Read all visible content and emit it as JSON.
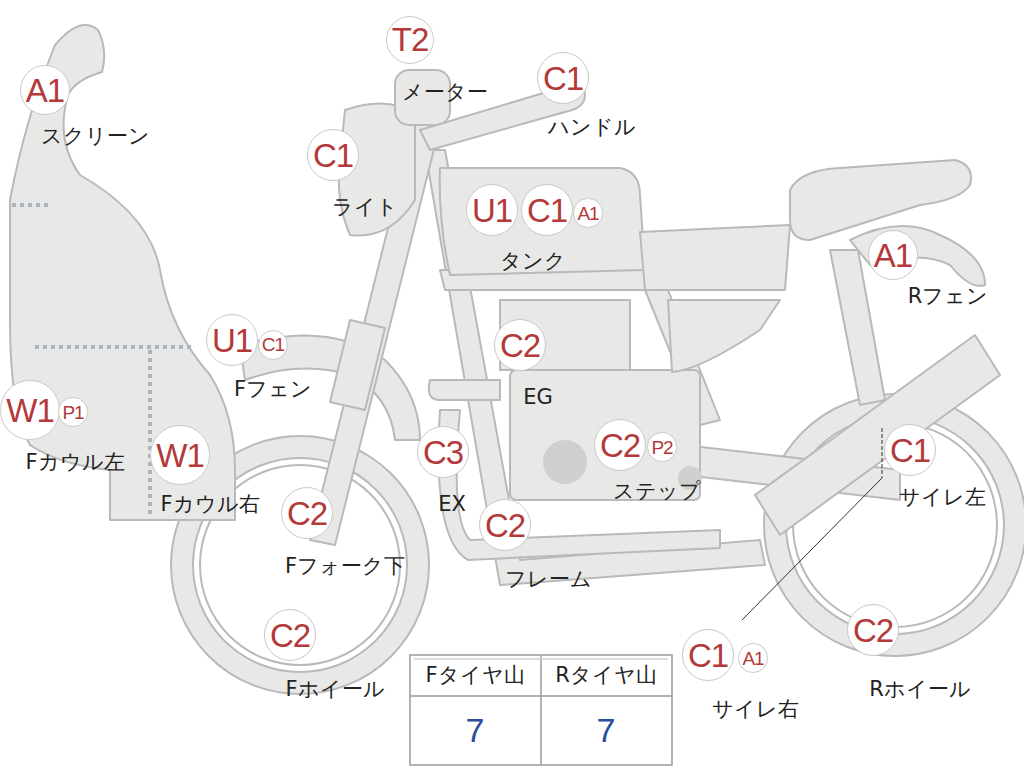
{
  "diagram": {
    "nodes": [
      {
        "text": [
          "A1"
        ]
      },
      {
        "text": [
          "T2"
        ]
      },
      {
        "text": [
          "C1"
        ]
      },
      {
        "text": [
          "C1"
        ]
      },
      {
        "text": [
          "U1"
        ]
      },
      {
        "text": [
          "C1"
        ]
      },
      {
        "text": [
          "A1"
        ]
      },
      {
        "text": [
          "A1"
        ]
      },
      {
        "text": [
          "U1"
        ]
      },
      {
        "text": [
          "C1"
        ]
      },
      {
        "text": [
          "C2"
        ]
      },
      {
        "text": [
          "W1"
        ]
      },
      {
        "text": [
          "P1"
        ]
      },
      {
        "text": [
          "W1"
        ]
      },
      {
        "text": [
          "C3"
        ]
      },
      {
        "text": [
          "C2"
        ]
      },
      {
        "text": [
          "P2"
        ]
      },
      {
        "text": [
          "C1"
        ]
      },
      {
        "text": [
          "C2"
        ]
      },
      {
        "text": [
          "C2"
        ]
      },
      {
        "text": [
          "C2"
        ]
      },
      {
        "text": [
          "C1"
        ]
      },
      {
        "text": [
          "A1"
        ]
      },
      {
        "text": [
          "C2"
        ]
      }
    ],
    "edges": [],
    "labels": [
      "スクリーン",
      "メーター",
      "ハンドル",
      "ライト",
      "タンク",
      "Rフェン",
      "Fフェン",
      "EG",
      "Fカウル左",
      "Fカウル右",
      "EX",
      "ステップ",
      "サイレ左",
      "Fフォーク下",
      "フレーム",
      "Fホイール",
      "サイレ右",
      "Rホイール",
      "Fタイヤ山",
      "Rタイヤ山",
      "7",
      "7"
    ]
  }
}
